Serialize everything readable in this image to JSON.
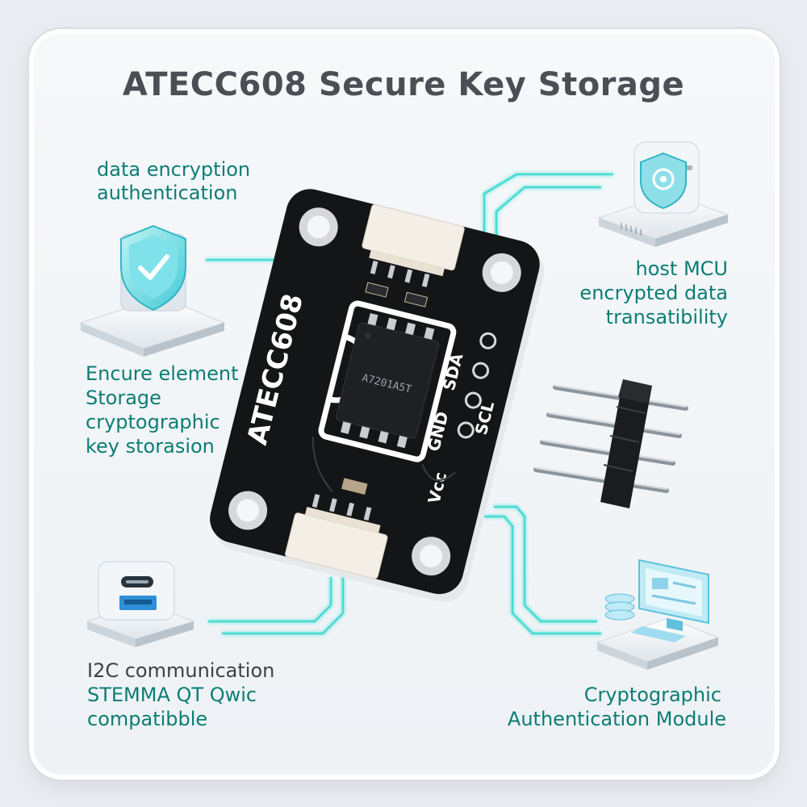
{
  "title": "ATECC608 Secure Key Storage",
  "labels": {
    "top_left": [
      "data encryption",
      "authentication"
    ],
    "mid_left": [
      "Encure element",
      "Storage",
      "cryptographic",
      "key storasion"
    ],
    "bottom_left": [
      "I2C communication",
      "STEMMA QT Qwic",
      "compatibble"
    ],
    "top_right": [
      "host MCU",
      "encrypted data",
      "transatibility"
    ],
    "bottom_right": [
      "Cryptographic",
      "Authentication Module"
    ]
  },
  "board": {
    "name": "ATECC608",
    "pins": [
      "SDA",
      "SCL",
      "GND",
      "Vcc"
    ],
    "chip_marking": "A7201A5T"
  },
  "icons": [
    "shield-check-icon",
    "shield-target-icon",
    "usb-port-icon",
    "computer-monitor-icon",
    "header-pins-icon"
  ],
  "colors": {
    "accent": "#0c7d74",
    "glow": "#3ee0d4",
    "board": "#151618",
    "text_dark": "#4a4f55"
  }
}
